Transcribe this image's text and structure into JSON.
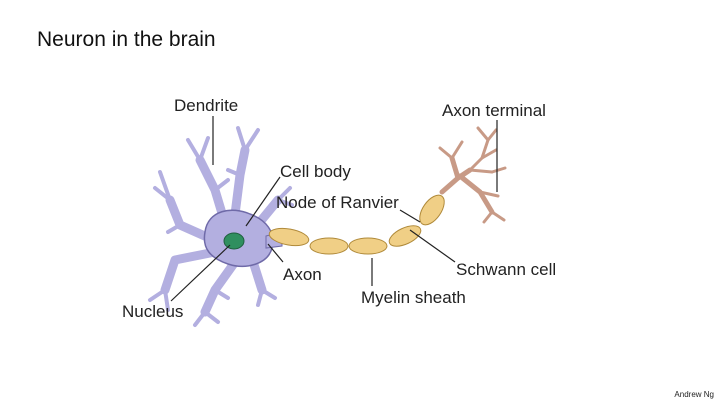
{
  "slide": {
    "title": "Neuron in the brain",
    "credit": "Andrew Ng"
  },
  "diagram": {
    "labels": {
      "dendrite": "Dendrite",
      "axon_terminal": "Axon terminal",
      "cell_body": "Cell body",
      "node_of_ranvier": "Node of Ranvier",
      "schwann_cell": "Schwann cell",
      "axon": "Axon",
      "myelin_sheath": "Myelin sheath",
      "nucleus": "Nucleus"
    },
    "colors": {
      "cell_body": "#b3afe0",
      "cell_outline": "#6f6aa8",
      "nucleus": "#2f8f5f",
      "myelin": "#f0cf86",
      "myelin_outline": "#b08a3a",
      "terminal": "#c89a86",
      "leader": "#222222"
    }
  }
}
